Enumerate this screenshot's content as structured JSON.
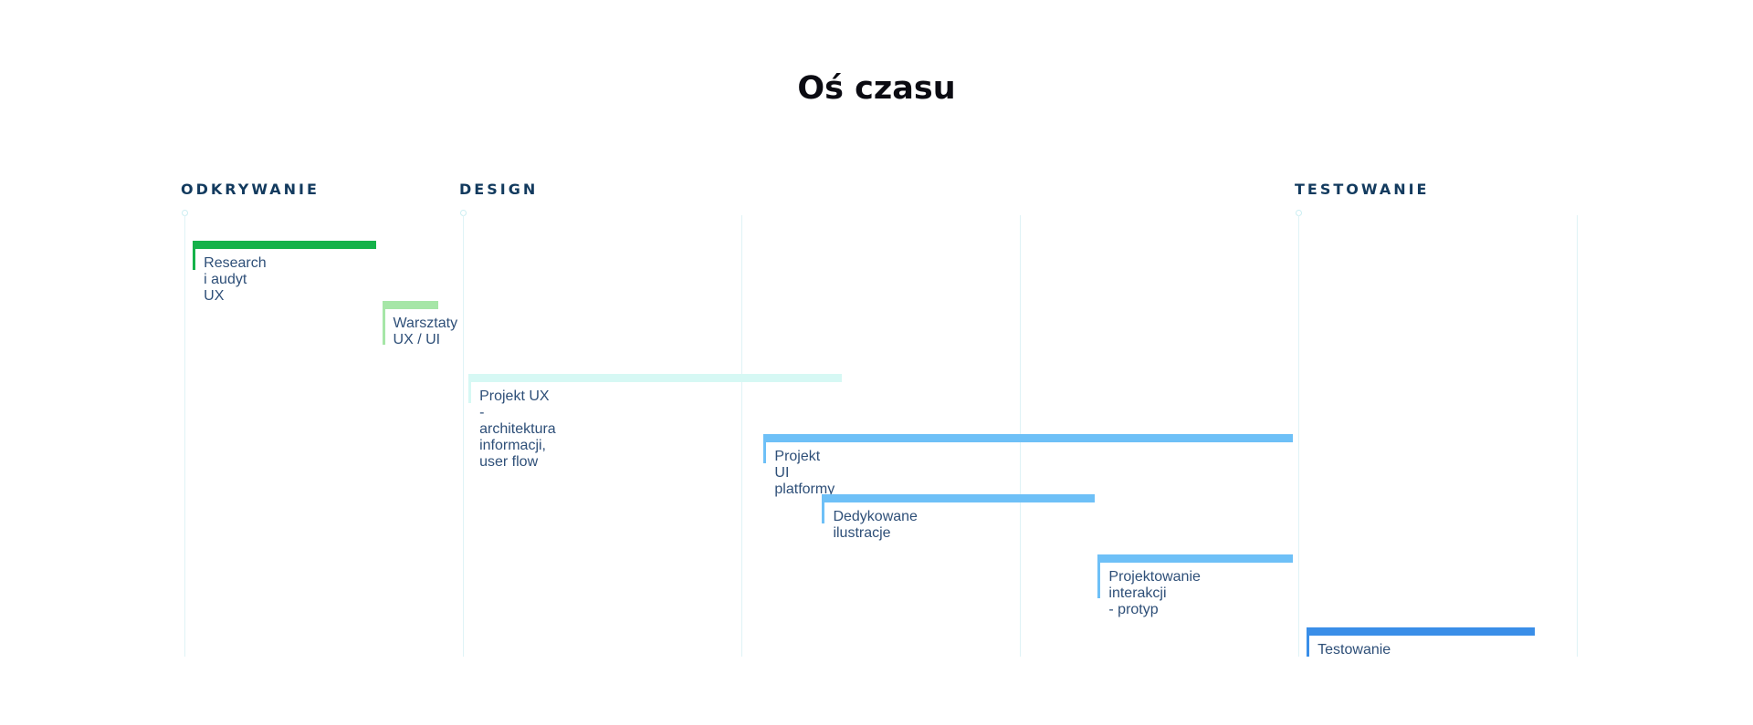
{
  "title": "Oś czasu",
  "chart_data": {
    "type": "gantt",
    "title": "Oś czasu",
    "x_range": [
      0,
      5
    ],
    "grid": true,
    "phases": [
      {
        "name": "ODKRYWANIE",
        "start": 0
      },
      {
        "name": "DESIGN",
        "start": 1
      },
      {
        "name": "TESTOWANIE",
        "start": 4
      }
    ],
    "tasks": [
      {
        "label": "Research i audyt UX",
        "start": 0.03,
        "end": 0.69,
        "color": "#14b24a"
      },
      {
        "label": "Warsztaty\nUX / UI",
        "start": 0.71,
        "end": 0.91,
        "color": "#a6e6a7"
      },
      {
        "label": "Projekt UX - architektura informacji, user flow",
        "start": 1.02,
        "end": 2.36,
        "color": "#d6f8f4"
      },
      {
        "label": "Projekt UI platformy",
        "start": 2.08,
        "end": 3.98,
        "color": "#6ec0f7"
      },
      {
        "label": "Dedykowane ilustracje",
        "start": 2.29,
        "end": 3.27,
        "color": "#6ec0f7"
      },
      {
        "label": "Projektowanie interakcji\n- protyp",
        "start": 3.28,
        "end": 3.98,
        "color": "#6ec0f7"
      },
      {
        "label": "Testowanie",
        "start": 4.03,
        "end": 4.85,
        "color": "#3a8ee8"
      }
    ]
  }
}
